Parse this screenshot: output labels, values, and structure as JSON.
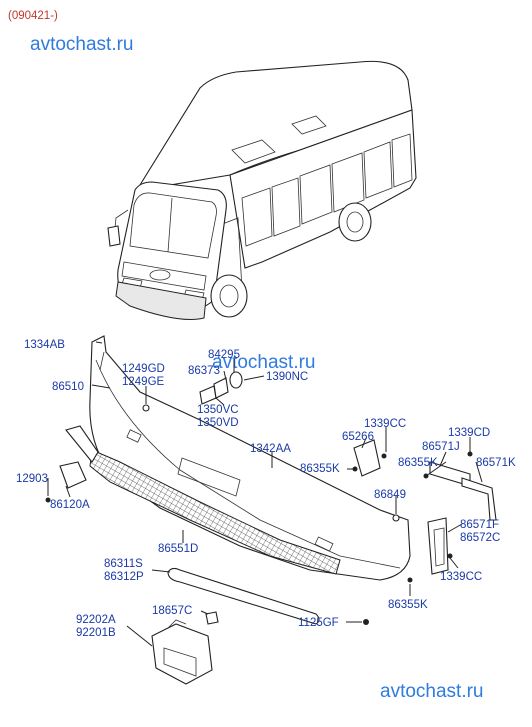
{
  "revision": "(090421-)",
  "watermark": "avtochast.ru",
  "part_labels": {
    "p1334AB": "1334AB",
    "p86510": "86510",
    "p12903": "12903",
    "p86120A": "86120A",
    "p1249GD": "1249GD",
    "p1249GE": "1249GE",
    "p84295": "84295",
    "p86373": "86373",
    "p1390NC": "1390NC",
    "p1350VC": "1350VC",
    "p1350VD": "1350VD",
    "p1342AA": "1342AA",
    "p86551D": "86551D",
    "p86311S": "86311S",
    "p86312P": "86312P",
    "p92202A": "92202A",
    "p92201B": "92201B",
    "p18657C": "18657C",
    "p1339CC_a": "1339CC",
    "p65266": "65266",
    "p86355K_a": "86355K",
    "p1339CD": "1339CD",
    "p86571J": "86571J",
    "p86355K_b": "86355K",
    "p86571K": "86571K",
    "p86849": "86849",
    "p86571F": "86571F",
    "p86572C": "86572C",
    "p1339CC_b": "1339CC",
    "p86355K_c": "86355K",
    "p1125GF": "1125GF"
  }
}
